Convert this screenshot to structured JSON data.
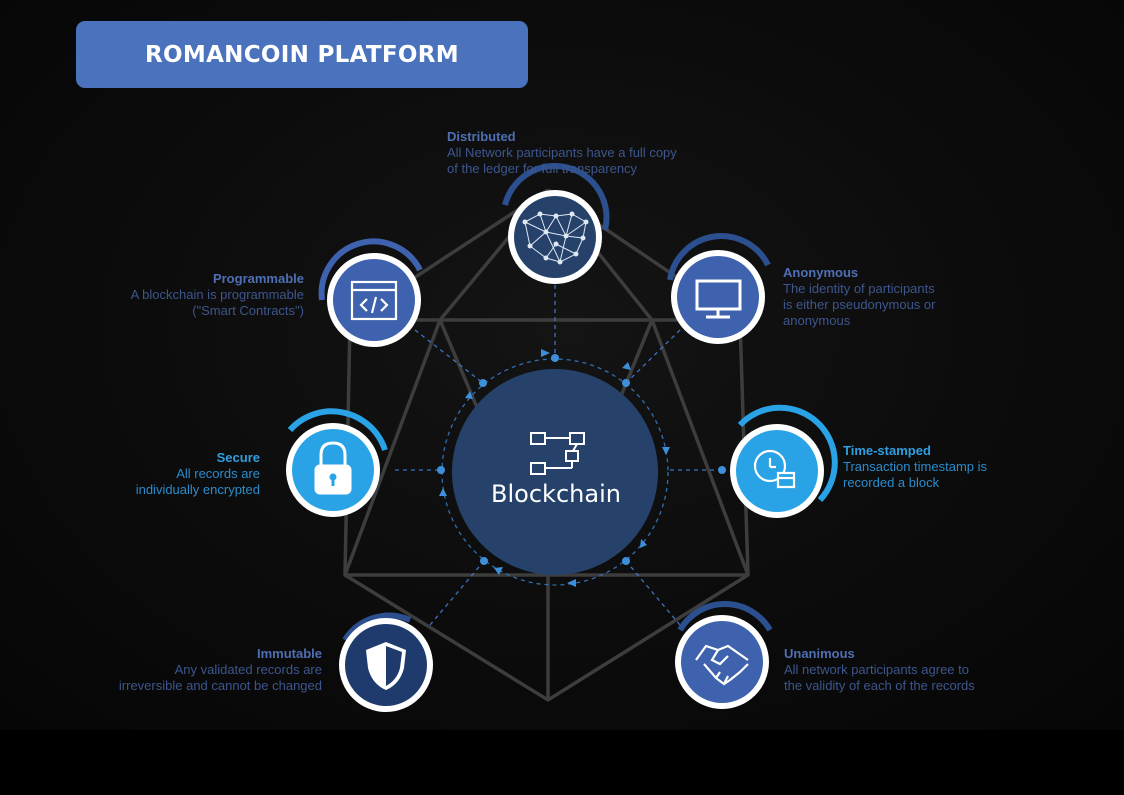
{
  "title": "ROMANCOIN PLATFORM",
  "center": {
    "label": "Blockchain",
    "icon": "chain-blocks-icon"
  },
  "features": {
    "distributed": {
      "title": "Distributed",
      "desc_line1": "All Network participants have a full copy",
      "desc_line2": "of the ledger for full transparency",
      "icon": "network-map-icon"
    },
    "anonymous": {
      "title": "Anonymous",
      "desc_line1": "The identity of participants",
      "desc_line2": "is either pseudonymous or",
      "desc_line3": "anonymous",
      "icon": "monitor-icon"
    },
    "time_stamped": {
      "title": "Time-stamped",
      "desc_line1": "Transaction timestamp is",
      "desc_line2": "recorded a block",
      "icon": "clock-calendar-icon"
    },
    "unanimous": {
      "title": "Unanimous",
      "desc_line1": "All network participants agree to",
      "desc_line2": "the validity of each of the records",
      "icon": "handshake-icon"
    },
    "immutable": {
      "title": "Immutable",
      "desc_line1": "Any validated records are",
      "desc_line2": "irreversible and cannot be changed",
      "icon": "shield-icon"
    },
    "secure": {
      "title": "Secure",
      "desc_line1": "All records are",
      "desc_line2": "individually encrypted",
      "icon": "padlock-icon"
    },
    "programmable": {
      "title": "Programmable",
      "desc_line1": "A blockchain is programmable",
      "desc_line2": "(\"Smart Contracts\")",
      "icon": "code-window-icon"
    }
  },
  "colors": {
    "banner": "#4a72bd",
    "center_circle": "#26426b",
    "dark_blue": "#3e62ad",
    "light_blue": "#2aa3e6",
    "background": "#0b0b0b"
  }
}
